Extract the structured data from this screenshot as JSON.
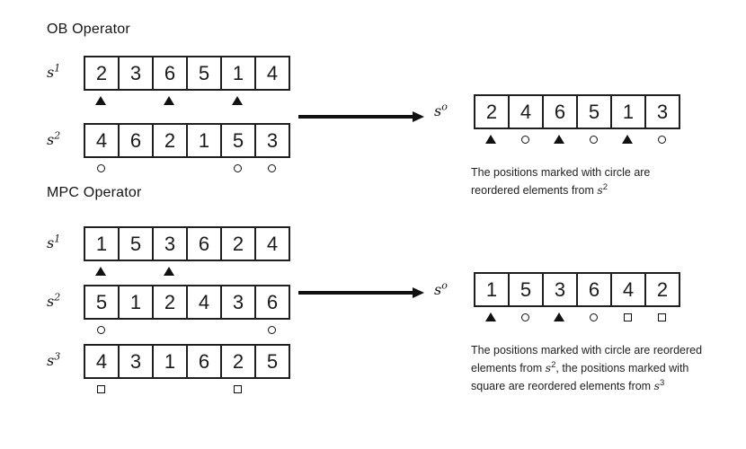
{
  "colors": {
    "ink": "#1a1a1a",
    "border": "#1f1f1f",
    "background": "#ffffff"
  },
  "ob": {
    "title": "OB Operator",
    "s1": {
      "label_base": "s",
      "label_sup": "1",
      "cells": [
        "2",
        "3",
        "6",
        "5",
        "1",
        "4"
      ],
      "marks": [
        "triangle",
        null,
        "triangle",
        null,
        "triangle",
        null
      ]
    },
    "s2": {
      "label_base": "s",
      "label_sup": "2",
      "cells": [
        "4",
        "6",
        "2",
        "1",
        "5",
        "3"
      ],
      "marks": [
        "circle",
        null,
        null,
        null,
        "circle",
        "circle"
      ]
    },
    "so": {
      "label_base": "s",
      "label_sup": "o",
      "cells": [
        "2",
        "4",
        "6",
        "5",
        "1",
        "3"
      ],
      "marks": [
        "triangle",
        "circle",
        "triangle",
        "circle",
        "triangle",
        "circle"
      ]
    },
    "caption": {
      "text1": "The positions marked with circle are reordered elements from ",
      "var1": "s",
      "sup1": "2"
    }
  },
  "mpc": {
    "title": "MPC Operator",
    "s1": {
      "label_base": "s",
      "label_sup": "1",
      "cells": [
        "1",
        "5",
        "3",
        "6",
        "2",
        "4"
      ],
      "marks": [
        "triangle",
        null,
        "triangle",
        null,
        null,
        null
      ]
    },
    "s2": {
      "label_base": "s",
      "label_sup": "2",
      "cells": [
        "5",
        "1",
        "2",
        "4",
        "3",
        "6"
      ],
      "marks": [
        "circle",
        null,
        null,
        null,
        null,
        "circle"
      ]
    },
    "s3": {
      "label_base": "s",
      "label_sup": "3",
      "cells": [
        "4",
        "3",
        "1",
        "6",
        "2",
        "5"
      ],
      "marks": [
        "square",
        null,
        null,
        null,
        "square",
        null
      ]
    },
    "so": {
      "label_base": "s",
      "label_sup": "o",
      "cells": [
        "1",
        "5",
        "3",
        "6",
        "4",
        "2"
      ],
      "marks": [
        "triangle",
        "circle",
        "triangle",
        "circle",
        "square",
        "square"
      ]
    },
    "caption": {
      "text1": "The positions marked with circle are reordered elements from ",
      "var1": "s",
      "sup1": "2",
      "text2": ", the positions marked with square are reordered elements from ",
      "var2": "s",
      "sup2": "3"
    }
  }
}
